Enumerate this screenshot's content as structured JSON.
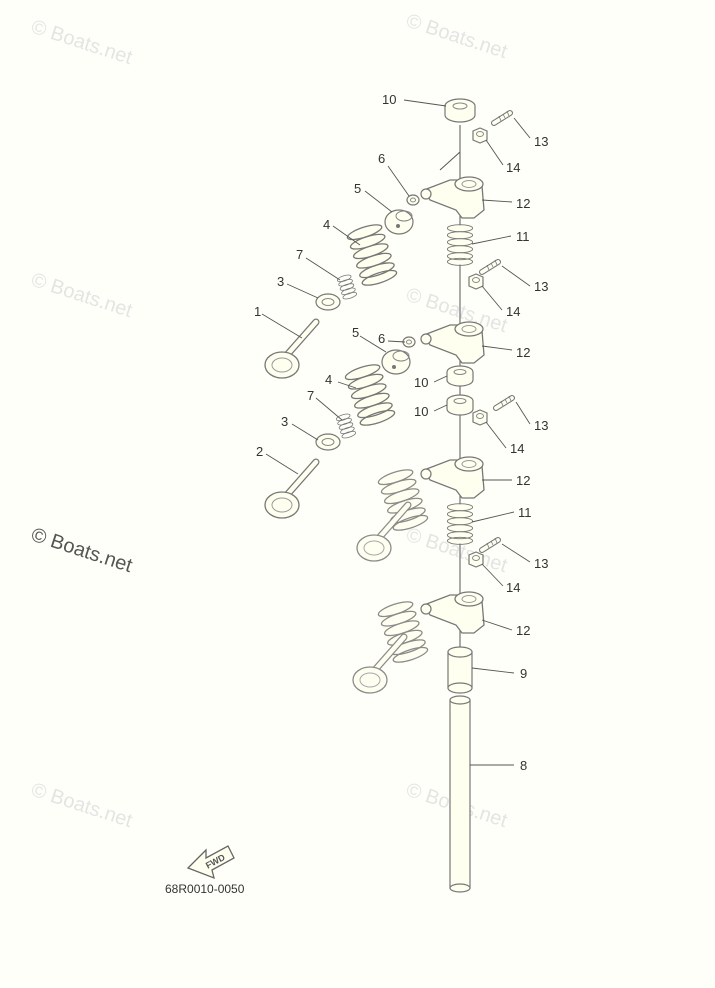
{
  "watermarks": [
    "© Boats.net",
    "© Boats.net",
    "© Boats.net",
    "© Boats.net",
    "© Boats.net",
    "© Boats.net",
    "© Boats.net",
    "© Boats.net"
  ],
  "diagram_code": "68R0010-0050",
  "fwd_label": "FWD",
  "callouts": {
    "c10a": "10",
    "c13a": "13",
    "c6a": "6",
    "c14a": "14",
    "c5a": "5",
    "c12a": "12",
    "c4a": "4",
    "c11a": "11",
    "c7a": "7",
    "c13b": "13",
    "c3a": "3",
    "c14b": "14",
    "c1": "1",
    "c6b": "6",
    "c5b": "5",
    "c12b": "12",
    "c10b": "10",
    "c4b": "4",
    "c10c": "10",
    "c7b": "7",
    "c13c": "13",
    "c3b": "3",
    "c14c": "14",
    "c2": "2",
    "c12c": "12",
    "c11b": "11",
    "c13d": "13",
    "c14d": "14",
    "c12d": "12",
    "c9": "9",
    "c8": "8"
  },
  "colors": {
    "part_fill": "#fffff0",
    "line": "#555555",
    "watermark": "#e4e4e4"
  }
}
